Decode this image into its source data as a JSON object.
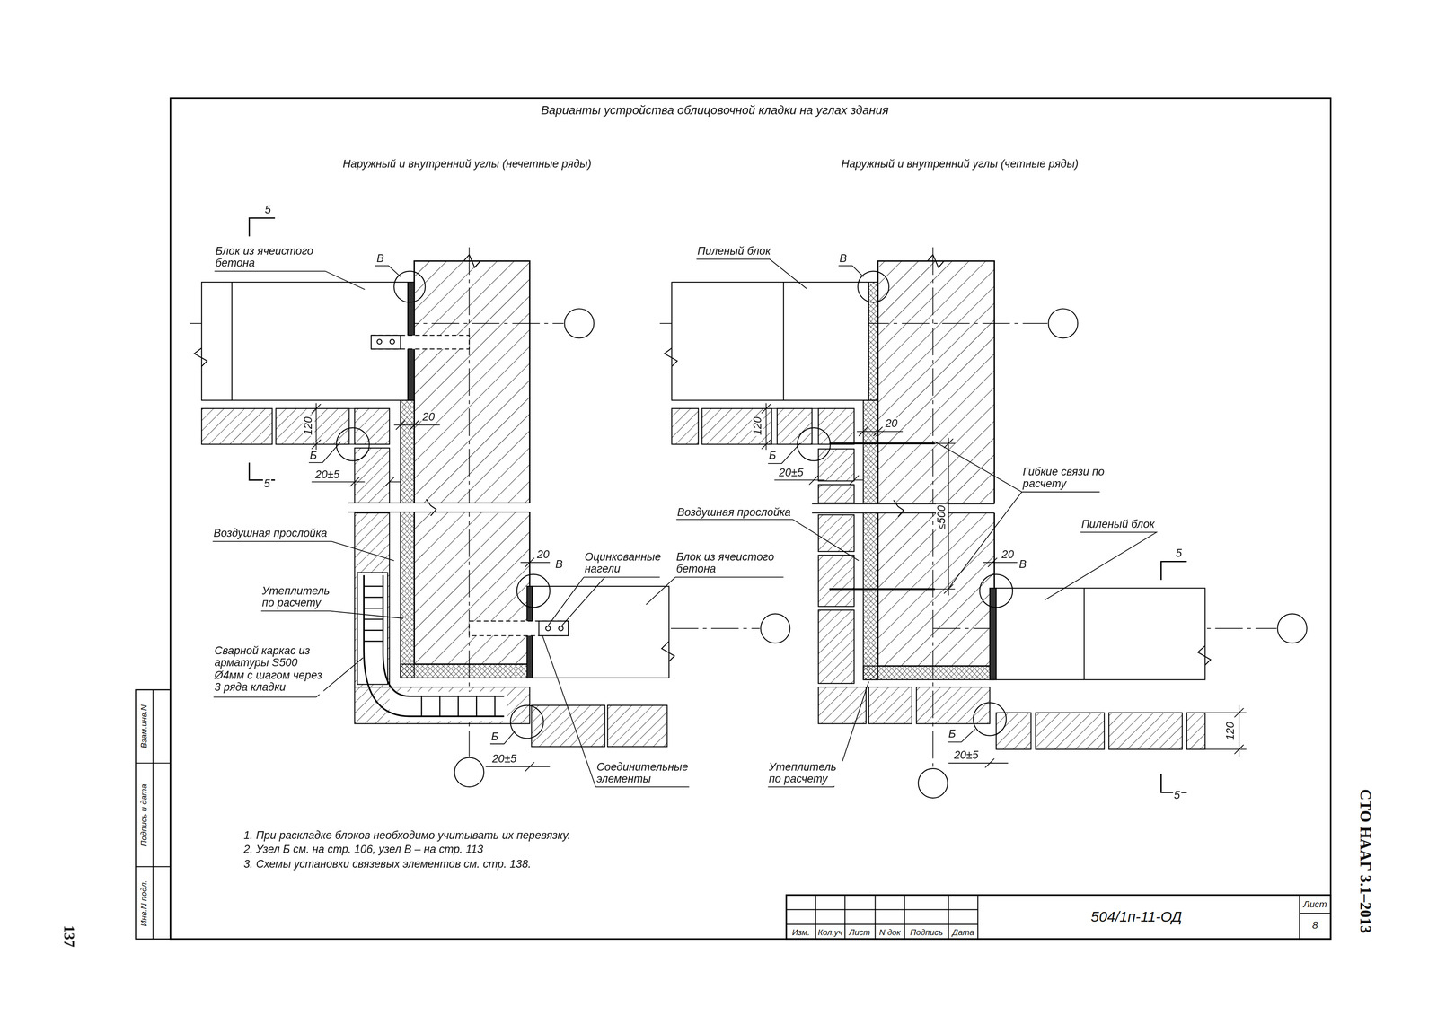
{
  "diagram": {
    "title": "Варианты устройства облицовочной кладки на углах здания",
    "labels": [
      "Наружный и внутренний углы (нечетные ряды)",
      "Наружный и внутренний углы (четные ряды)",
      "5",
      "Блок из ячеистого бетона",
      "В",
      "20",
      "120",
      "Б",
      "20±5",
      "5",
      "Воздушная прослойка",
      "Утеплитель по расчету",
      "Сварной каркас из арматуры S500 Ø4мм с шагом через 3 ряда кладки",
      "20",
      "В",
      "Оцинкованные нагели",
      "Блок из ячеистого бетона",
      "Б",
      "20±5",
      "Соединительные элементы",
      "Пиленый блок",
      "В",
      "120",
      "20",
      "Б",
      "20±5",
      "Гибкие связи по расчету",
      "≤500",
      "Воздушная прослойка",
      "Пиленый блок",
      "5",
      "20",
      "В",
      "120",
      "Б",
      "20±5",
      "Утеплитель по расчету",
      "5",
      "1. При раскладке блоков необходимо учитывать их перевязку.",
      "2. Узел Б см. на стр. 106, узел В – на стр. 113",
      "3. Схемы установки связевых элементов см. стр. 138.",
      "Изм.",
      "Кол.уч",
      "Лист",
      "N док",
      "Подпись",
      "Дата",
      "504/1п-11-ОД",
      "Лист",
      "8",
      "Взам.инв.N",
      "Подпись и дата",
      "Инв.N подл.",
      "СТО НААГ 3.1–2013",
      "137"
    ]
  }
}
